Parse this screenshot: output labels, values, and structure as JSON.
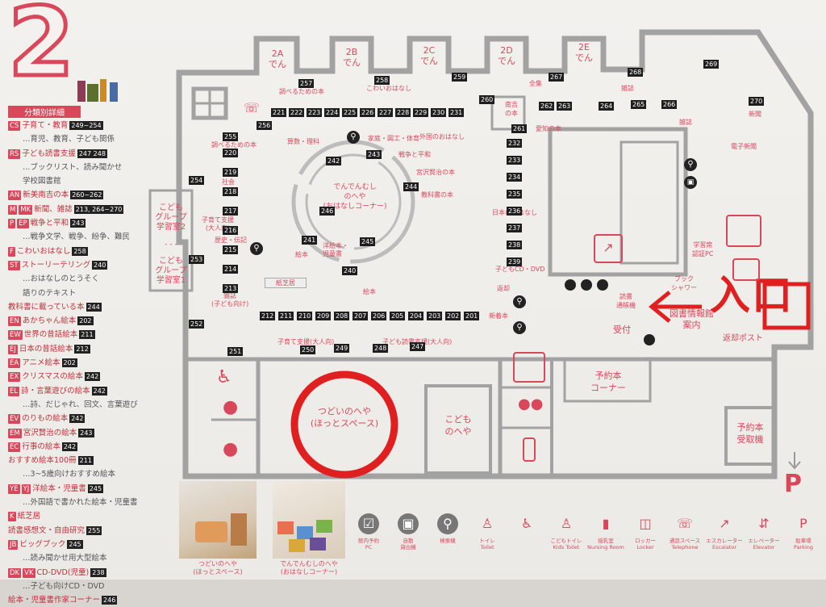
{
  "floor": {
    "number": "2"
  },
  "legend": {
    "title": "分類別詳細",
    "rows": [
      {
        "code": "CS",
        "label": "子育て・教育",
        "nums": "249~254"
      },
      {
        "sub": "…育児、教育、子ども関係"
      },
      {
        "code": "RS",
        "label": "子ども読書支援",
        "nums": "247 248"
      },
      {
        "sub": "…ブックリスト、読み聞かせ"
      },
      {
        "sub": "学校図書館"
      },
      {
        "code": "AN",
        "label": "新美南吉の本",
        "nums": "260~262"
      },
      {
        "code": "M",
        "code2": "MK",
        "label": "新聞、雑誌",
        "nums": "213, 264~270"
      },
      {
        "code": "P",
        "code2": "EP",
        "label": "戦争と平和",
        "nums": "243"
      },
      {
        "sub": "…戦争文学、戦争、紛争、難民"
      },
      {
        "code": "F",
        "label": "こわいおはなし",
        "nums": "258"
      },
      {
        "code": "ST",
        "label": "ストーリーテリング",
        "nums": "240"
      },
      {
        "sub": "…おはなしのとうそく"
      },
      {
        "sub": "語りのテキスト"
      },
      {
        "label": "教科書に載っている本",
        "nums": "244"
      },
      {
        "code": "EN",
        "label": "あかちゃん絵本",
        "nums": "202"
      },
      {
        "code": "EW",
        "label": "世界の昔話絵本",
        "nums": "211"
      },
      {
        "code": "EJ",
        "label": "日本の昔話絵本",
        "nums": "212"
      },
      {
        "code": "EA",
        "label": "アニメ絵本",
        "nums": "202"
      },
      {
        "code": "EX",
        "label": "クリスマスの絵本",
        "nums": "242"
      },
      {
        "code": "EL",
        "label": "詩・言葉遊びの絵本",
        "nums": "242"
      },
      {
        "sub": "…詩、だじゃれ、回文、言葉遊び"
      },
      {
        "code": "EV",
        "label": "のりもの絵本",
        "nums": "242"
      },
      {
        "code": "EM",
        "label": "宮沢賢治の絵本",
        "nums": "243"
      },
      {
        "code": "EC",
        "label": "行事の絵本",
        "nums": "242"
      },
      {
        "label": "おすすめ絵本100冊",
        "nums": "211"
      },
      {
        "sub": "…3~5歳向けおすすめ絵本"
      },
      {
        "code": "YE",
        "code2": "YJ",
        "label": "洋絵本・児童書",
        "nums": "245"
      },
      {
        "sub": "…外国語で書かれた絵本・児童書"
      },
      {
        "code": "K",
        "label": "紙芝居"
      },
      {
        "label": "読書感想文・自由研究",
        "nums": "255"
      },
      {
        "code": "JB",
        "label": "ビッグブック",
        "nums": "245"
      },
      {
        "sub": "…読み聞かせ用大型絵本"
      },
      {
        "code": "DK",
        "code2": "VK",
        "label": "CD-DVD(児童)",
        "nums": "238"
      },
      {
        "sub": "…子ども向けCD・DVD"
      },
      {
        "label": "絵本・児童書作家コーナー",
        "nums": "246"
      }
    ]
  },
  "alcoves": [
    "2A\nでん",
    "2B\nでん",
    "2C\nでん",
    "2D\nでん",
    "2E\nでん"
  ],
  "rooms": {
    "study1": "こども\nグループ\n学習室2",
    "dash": "- - -",
    "study2": "こども\nグループ\n学習室1",
    "denden": "でんでんむし\nのへや\n(おはなしコーナー)",
    "tsudoi": "つどいのへや\n(ほっとスペース)",
    "kodomo": "こども\nのへや",
    "yoyaku": "予約本\nコーナー",
    "yoyaku_recv": "予約本\n受取機",
    "kamishibai": "紙芝居"
  },
  "labels": {
    "shiraberu": "調べるための本",
    "shiraberu2": "調べるための本",
    "kowai": "こわいおはなし",
    "sansu": "算数・理科",
    "katei": "家庭・図工・体育",
    "gaikoku": "外国のおはなし",
    "sensou": "戦争と平和",
    "miyazawa": "宮沢賢治の本",
    "kyoukasho": "教科書の本",
    "nihon": "日本のおはなし",
    "yoji": "洋絵本・\n児童書",
    "ehon": "絵本",
    "ehon2": "絵本",
    "cddvd": "子どもCD・DVD",
    "henkyaku": "返却",
    "shincho": "新着本",
    "kosodate_otona": "子育て支援(大人向)",
    "kodomo_dokusho": "子ども読書支援(大人向)",
    "zenshu": "全集",
    "nankichi": "南吉の本",
    "aichi": "愛知の本",
    "zasshi": "雑誌",
    "zasshi2": "雑誌",
    "shinbun": "新聞",
    "denshi": "電子新聞",
    "gakushu": "学習席\n認証PC",
    "book_shower": "ブック\nシャワー",
    "dokusho": "読書\n通帳機",
    "uketsuke": "受付",
    "joho": "図書情報館\n案内",
    "henkyaku_post": "返却ポスト",
    "iriguchi": "入口",
    "shakai": "社会",
    "rekishi": "歴史・伝記",
    "zasshi_kodomo": "雑誌\n(子ども向け)",
    "kosodate_v": "子育て支援\n(大人向)"
  },
  "shelves_top": [
    "257",
    "258",
    "259",
    "267",
    "268",
    "269",
    "260",
    "262",
    "263",
    "264",
    "265",
    "266",
    "270",
    "261"
  ],
  "shelves_row1": [
    "221",
    "222",
    "223",
    "224",
    "225",
    "226",
    "227",
    "228",
    "229",
    "230",
    "231"
  ],
  "shelves_left": [
    "220",
    "219",
    "218",
    "217",
    "216",
    "215",
    "214",
    "213"
  ],
  "shelves_mid": [
    "232",
    "233",
    "234",
    "235",
    "236",
    "237",
    "238",
    "239"
  ],
  "shelves_bottom": [
    "212",
    "211",
    "210",
    "209",
    "208",
    "207",
    "206",
    "205",
    "204",
    "203",
    "202",
    "201"
  ],
  "shelves_other": {
    "s255": "255",
    "s256": "256",
    "s254": "254",
    "s253": "253",
    "s252": "252",
    "s251": "251",
    "s250": "250",
    "s249": "249",
    "s248": "248",
    "s247": "247",
    "s241": "241",
    "s240": "240",
    "s242": "242",
    "s243": "243",
    "s244": "244",
    "s245": "245",
    "s246": "246"
  },
  "photos": [
    {
      "caption": "つどいのへや\n(ほっとスペース)"
    },
    {
      "caption": "でんでんむしのへや\n(おはなしコーナー)"
    }
  ],
  "icon_legend": [
    {
      "icon": "computer-icon",
      "label": "館内予約\nPC"
    },
    {
      "icon": "book-icon",
      "label": "自動\n貸出機"
    },
    {
      "icon": "search-icon",
      "label": "検索機"
    },
    {
      "icon": "toilet-icon",
      "label": "トイレ\nToilet"
    },
    {
      "icon": "wheelchair-icon",
      "label": ""
    },
    {
      "icon": "kids-toilet-icon",
      "label": "こどもトイレ\nKids Toilet"
    },
    {
      "icon": "bottle-icon",
      "label": "授乳室\nNursing Room"
    },
    {
      "icon": "locker-icon",
      "label": "ロッカー\nLocker"
    },
    {
      "icon": "phone-icon",
      "label": "通話スペース\nTelephone"
    },
    {
      "icon": "escalator-icon",
      "label": "エスカレーター\nEscalator"
    },
    {
      "icon": "elevator-icon",
      "label": "エレベーター\nElevator"
    },
    {
      "icon": "parking-icon",
      "label": "駐車場\nParking"
    }
  ],
  "colors": {
    "accent": "#d9475a",
    "circle": "#e02020",
    "wall": "#9a9a9a",
    "shelf": "#1e1e1e"
  }
}
